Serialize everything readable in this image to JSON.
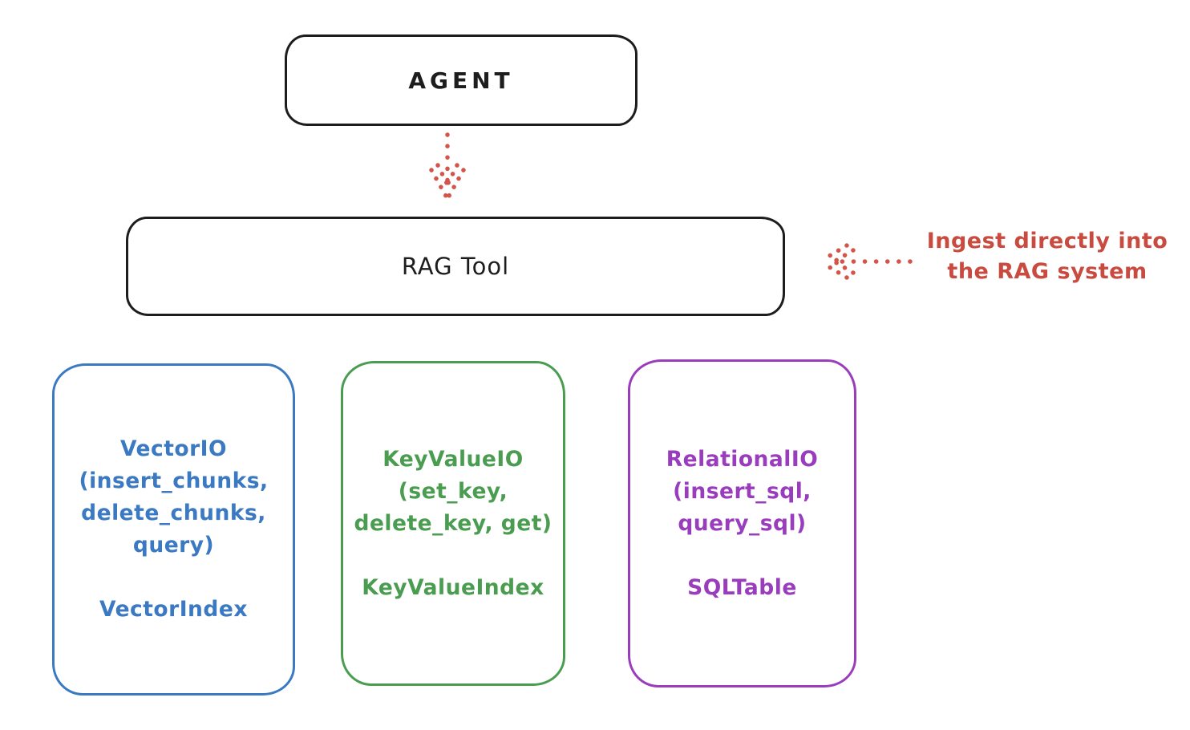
{
  "diagram": {
    "agent_box": {
      "label": "AGENT"
    },
    "rag_tool_box": {
      "label": "RAG Tool"
    },
    "annotation": {
      "line1": "Ingest directly into",
      "line2": "the RAG system"
    },
    "storage_boxes": [
      {
        "id": "vector-io",
        "color": "#3b79c2",
        "lines": [
          "VectorIO",
          "(insert_chunks,",
          "delete_chunks,",
          "query)"
        ],
        "index_label": "VectorIndex"
      },
      {
        "id": "keyvalue-io",
        "color": "#4a9d50",
        "lines": [
          "KeyValueIO",
          "(set_key,",
          "delete_key, get)"
        ],
        "index_label": "KeyValueIndex"
      },
      {
        "id": "relational-io",
        "color": "#993dbd",
        "lines": [
          "RelationalIO",
          "(insert_sql,",
          "query_sql)"
        ],
        "index_label": "SQLTable"
      }
    ],
    "colors": {
      "stroke_black": "#1d1d1d",
      "red": "#c94a3f",
      "blue": "#3b79c2",
      "green": "#4a9d50",
      "purple": "#993dbd",
      "background": "#ffffff"
    }
  }
}
